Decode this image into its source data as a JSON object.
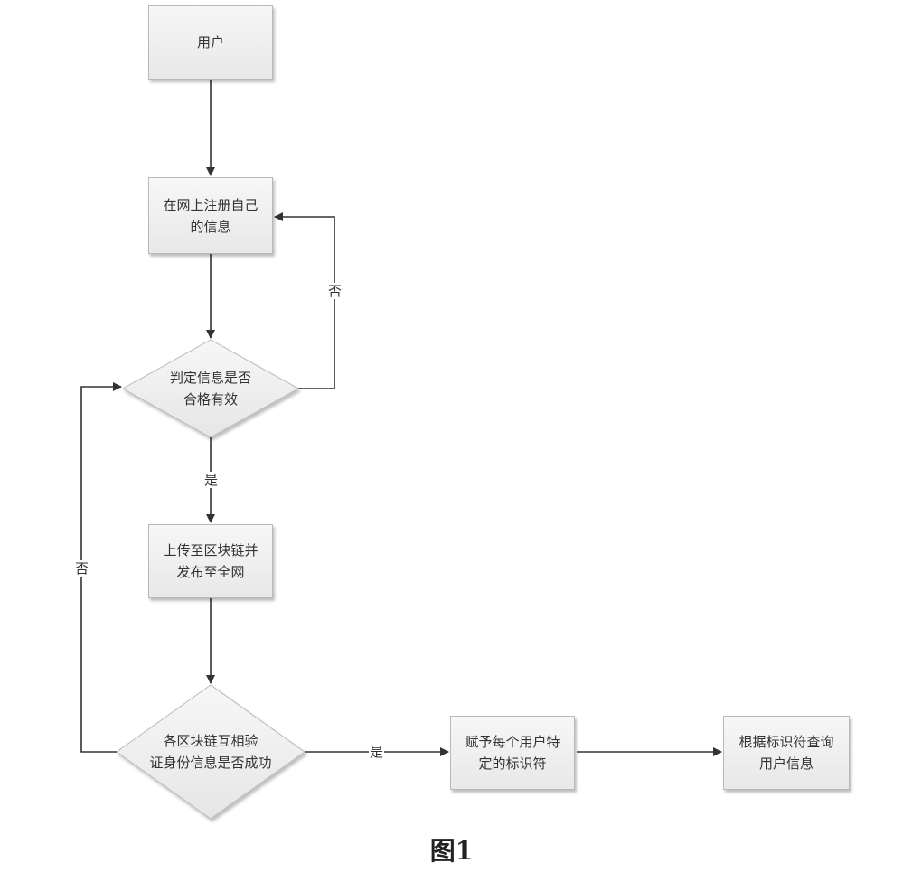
{
  "nodes": {
    "user": "用户",
    "register": "在网上注册自己\n的信息",
    "check_valid": "判定信息是否\n合格有效",
    "upload": "上传至区块链并\n发布至全网",
    "verify": "各区块链互相验\n证身份信息是否成功",
    "assign_id": "赋予每个用户特\n定的标识符",
    "query": "根据标识符查询\n用户信息"
  },
  "edges": {
    "no_label_1": "否",
    "yes_label_1": "是",
    "no_label_2": "否",
    "yes_label_2": "是"
  },
  "caption": "图1",
  "colors": {
    "line": "#333333",
    "box_border": "#b9b9b9",
    "box_fill_top": "#f7f7f7",
    "box_fill_bottom": "#e8e8e8"
  }
}
